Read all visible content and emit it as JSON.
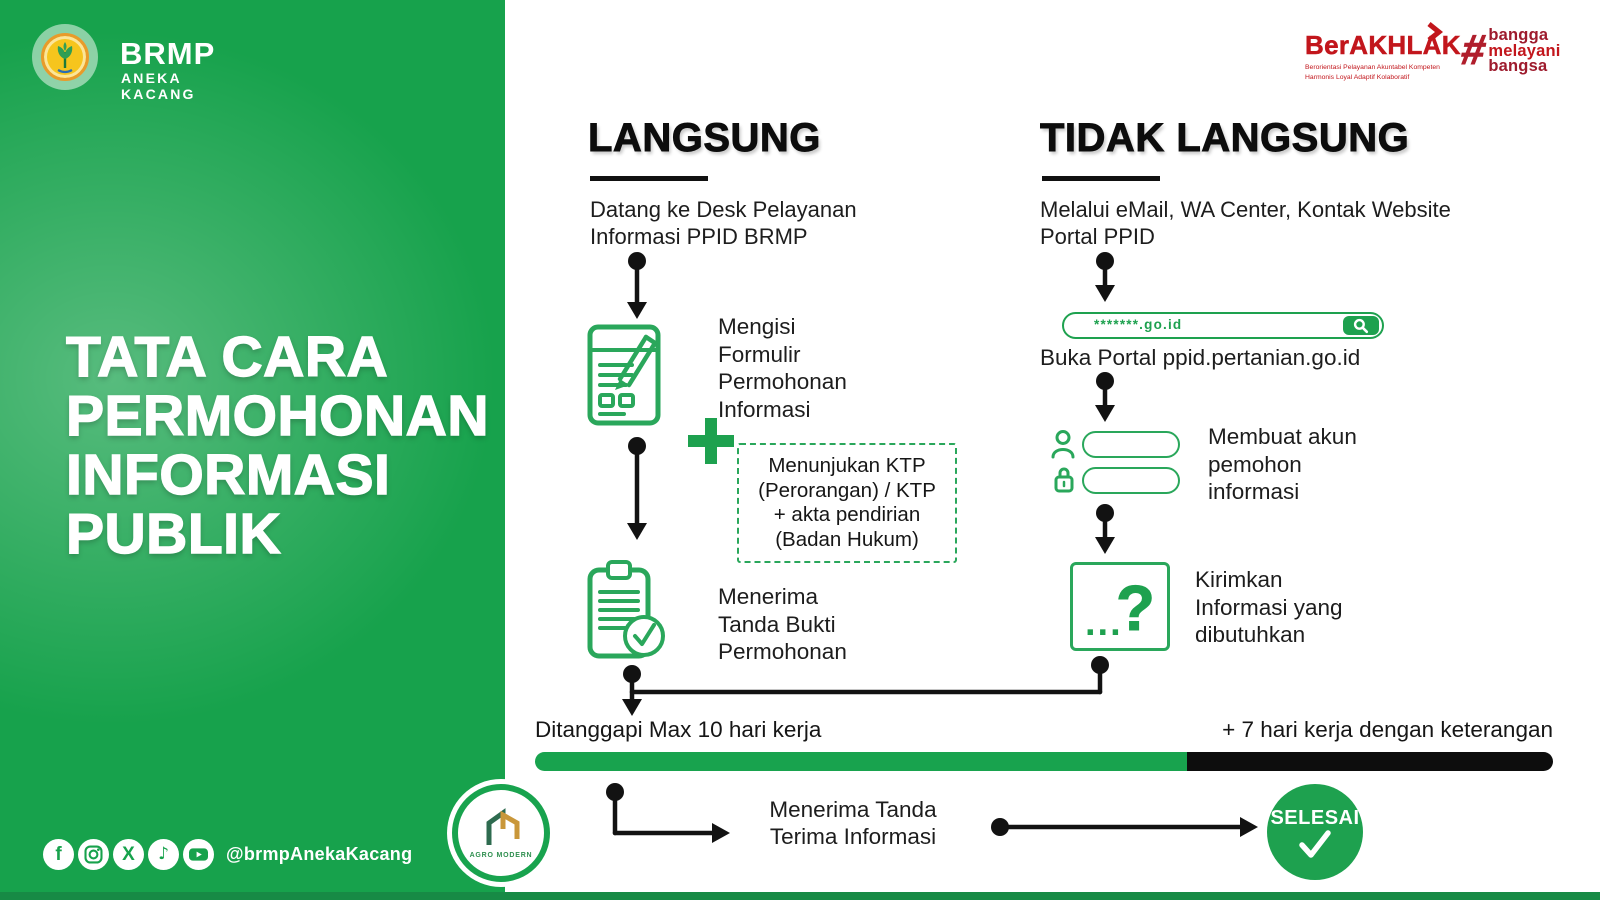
{
  "brand": {
    "name": "BRMP",
    "subname": "ANEKA KACANG"
  },
  "badges": {
    "berakhlak": {
      "title": "BerAKHLAK",
      "tagline1": "Berorientasi Pelayanan Akuntabel Kompeten",
      "tagline2": "Harmonis Loyal Adaptif Kolaboratif"
    },
    "bangga": {
      "hash": "#",
      "line1": "bangga",
      "line2": "melayani",
      "line3": "bangsa"
    }
  },
  "title": {
    "line1": "TATA CARA",
    "line2": "PERMOHONAN",
    "line3": "INFORMASI",
    "line4": "PUBLIK"
  },
  "langsung": {
    "header": "LANGSUNG",
    "intro": "Datang ke Desk Pelayanan Informasi PPID BRMP",
    "step_form": "Mengisi Formulir Permohonan Informasi",
    "ktp_note": "Menunjukan KTP (Perorangan) / KTP + akta pendirian (Badan Hukum)",
    "step_receipt": "Menerima Tanda Bukti Permohonan"
  },
  "tidak_langsung": {
    "header": "TIDAK LANGSUNG",
    "intro": "Melalui eMail, WA Center, Kontak Website Portal PPID",
    "url_text": "*******.go.id",
    "portal_caption": "Buka Portal ppid.pertanian.go.id",
    "step_account": "Membuat akun pemohon informasi",
    "step_send": "Kirimkan Informasi yang dibutuhkan"
  },
  "timeline": {
    "left_label": "Ditanggapi Max 10 hari kerja",
    "right_label": "+ 7 hari kerja dengan keterangan",
    "green_percent": 64
  },
  "finish": {
    "receive_label": "Menerima Tanda Terima Informasi",
    "done_label": "SELESAI"
  },
  "footer": {
    "social_handle": "@brmpAnekaKacang",
    "agro_label": "AGRO MODERN"
  },
  "icons": {
    "facebook": "f",
    "x": "X",
    "tiktok": "♪",
    "question": "?",
    "dots": "..."
  },
  "colors": {
    "green": "#18a34e",
    "accent_green": "#2aa75b",
    "black": "#111111",
    "red": "#c2161c",
    "maroon": "#9e1b2d"
  }
}
